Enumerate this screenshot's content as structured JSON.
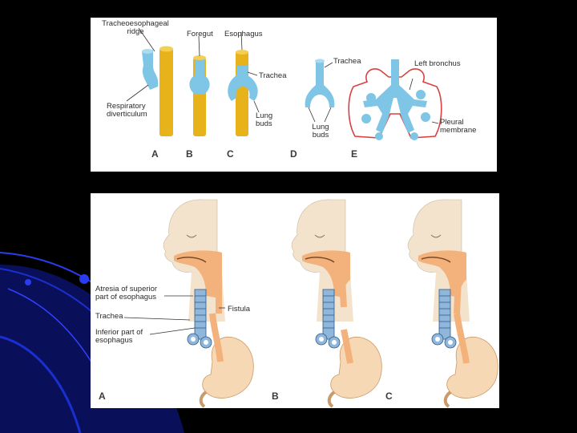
{
  "colors": {
    "background": "#000000",
    "swoosh": "#1a2fd0",
    "panel": "#ffffff",
    "esophagus_yellow": "#e8b21a",
    "trachea_blue": "#7fc6e6",
    "pleural_red": "#d94040",
    "skin": "#f4e3cc",
    "tissue_orange": "#f3b27c",
    "stomach": "#f7d8b4"
  },
  "top_panel": {
    "labels": {
      "tracheoesophageal_ridge": "Tracheoesophageal ridge",
      "foregut": "Foregut",
      "esophagus": "Esophagus",
      "trachea_c": "Trachea",
      "respiratory_diverticulum": "Respiratory diverticulum",
      "lung_buds_c": "Lung buds",
      "trachea_d": "Trachea",
      "lung_buds_d": "Lung buds",
      "left_bronchus": "Left bronchus",
      "pleural_membrane": "Pleural membrane"
    },
    "stage_letters": [
      "A",
      "B",
      "C",
      "D",
      "E"
    ]
  },
  "bottom_panel": {
    "labels": {
      "atresia": "Atresia of superior part of esophagus",
      "fistula": "Fistula",
      "trachea": "Trachea",
      "inferior_part": "Inferior part of esophagus"
    },
    "stage_letters": [
      "A",
      "B",
      "C"
    ]
  }
}
